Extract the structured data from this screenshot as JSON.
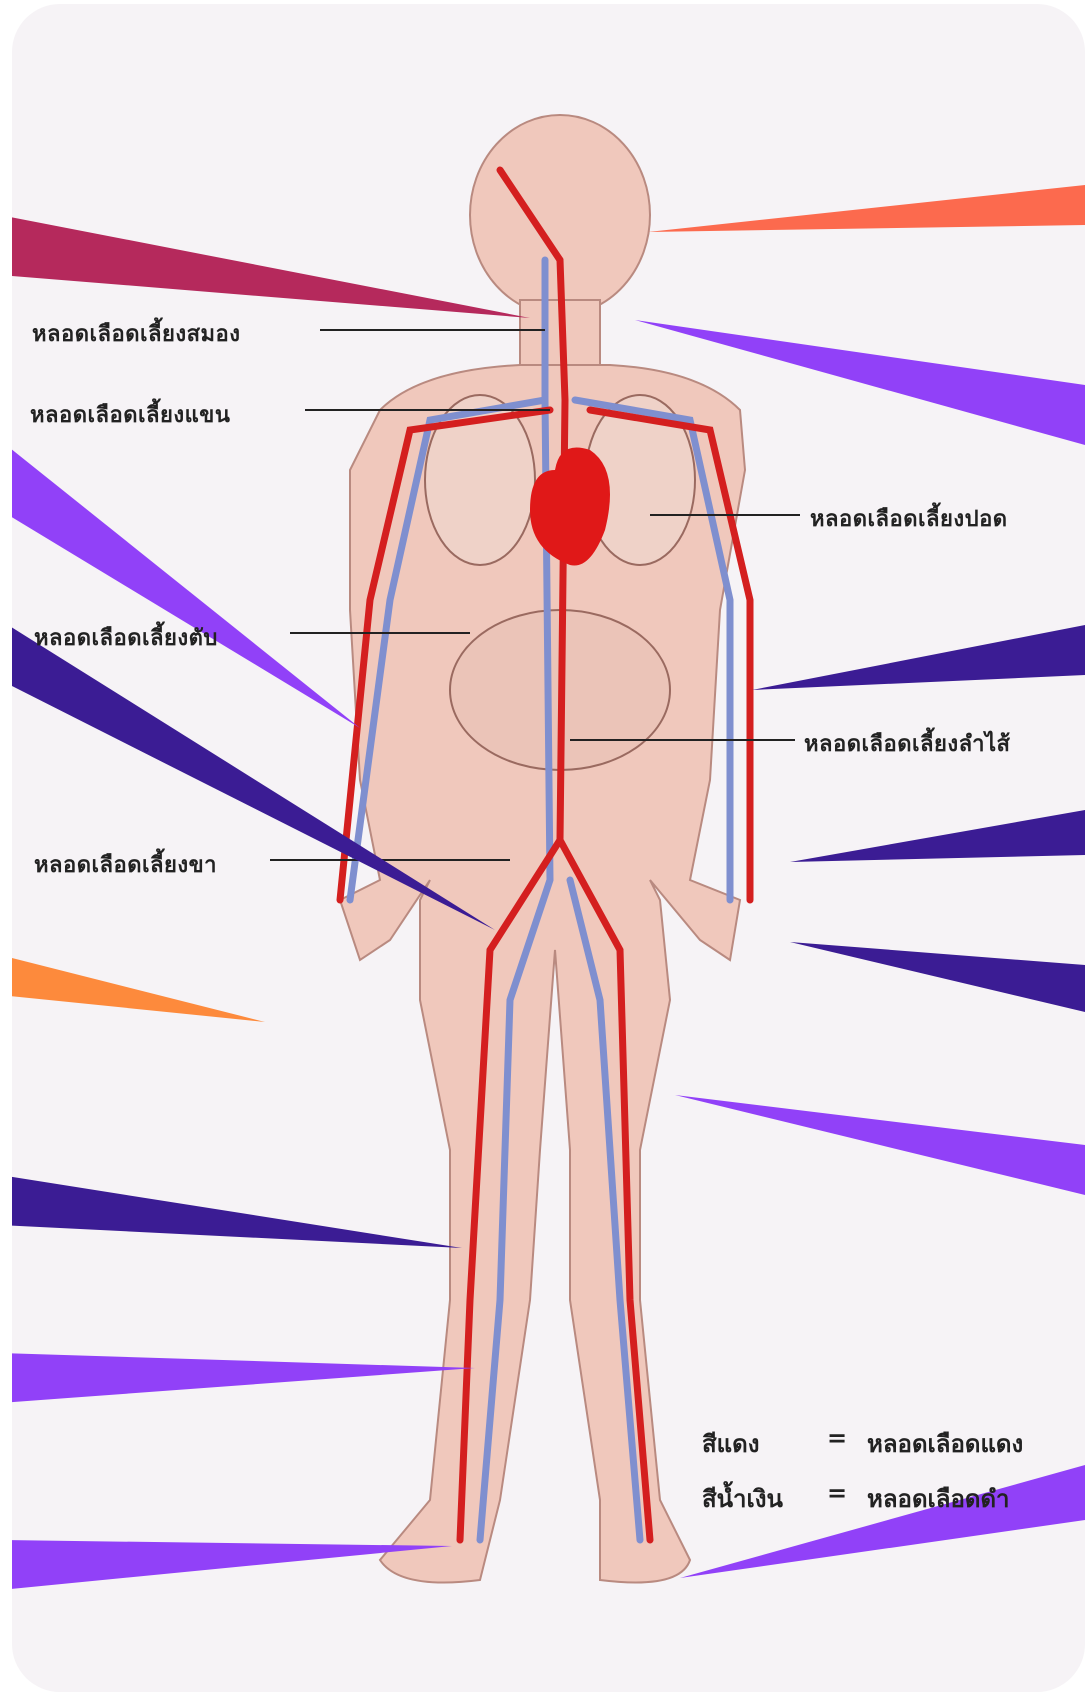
{
  "labels": {
    "brain": "หลอดเลือดเลี้ยงสมอง",
    "arm": "หลอดเลือดเลี้ยงแขน",
    "liver": "หลอดเลือดเลี้ยงตับ",
    "leg": "หลอดเลือดเลี้ยงขา",
    "lung": "หลอดเลือดเลี้ยงปอด",
    "intestine": "หลอดเลือดเลี้ยงลำไส้"
  },
  "legend": {
    "red_label": "สีแดง",
    "red_value": "หลอดเลือดแดง",
    "blue_label": "สีน้ำเงิน",
    "blue_value": "หลอดเลือดดำ",
    "separator": "="
  },
  "colors": {
    "artery": "#d41f1f",
    "vein": "#7f8fcf",
    "skin": "#f0c8bc",
    "heart": "#e01818",
    "pointer_maroon": "#b5295c",
    "pointer_coral": "#fc6a4e",
    "pointer_orange": "#fd8a3c",
    "pointer_violet": "#9141f8",
    "pointer_indigo": "#3b1c94"
  }
}
